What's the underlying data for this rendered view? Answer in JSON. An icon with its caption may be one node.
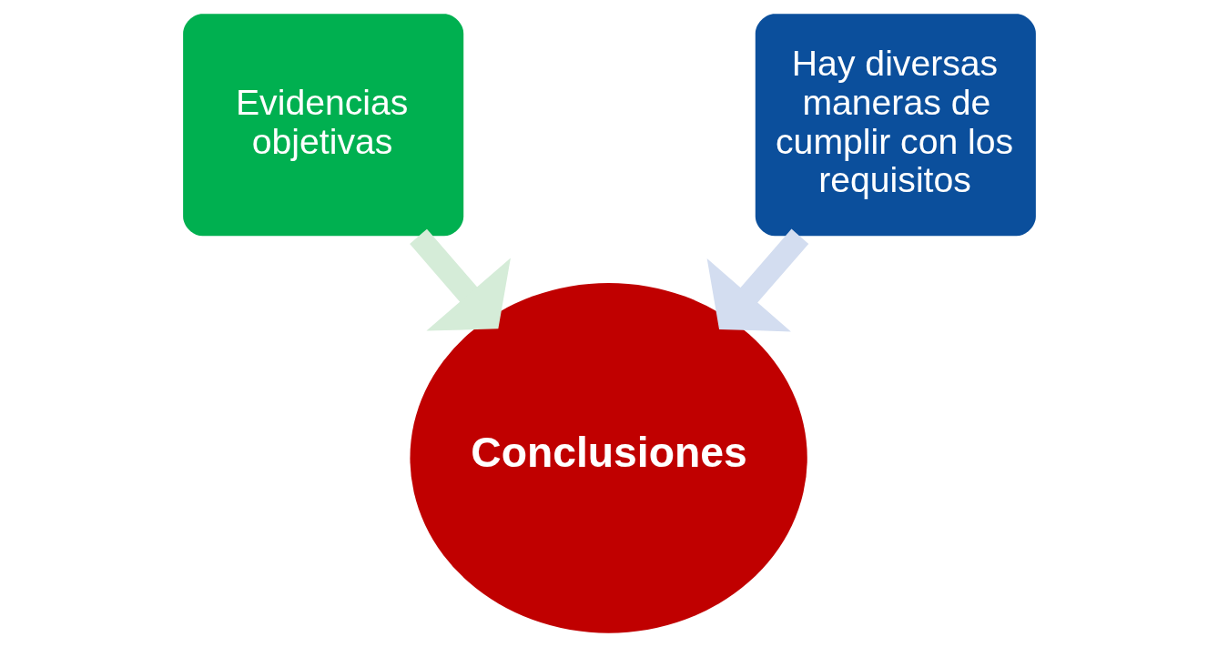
{
  "diagram": {
    "nodes": [
      {
        "text": [
          "Evidencias objetivas"
        ]
      },
      {
        "text": [
          "Hay diversas maneras de cumplir con los requisitos"
        ]
      },
      {
        "text": [
          "Conclusiones"
        ]
      }
    ],
    "edges": [
      {
        "from": 0,
        "to": 2,
        "arrow": "to",
        "color": "#d5ecd8"
      },
      {
        "from": 1,
        "to": 2,
        "arrow": "to",
        "color": "#d3ddf0"
      }
    ]
  }
}
